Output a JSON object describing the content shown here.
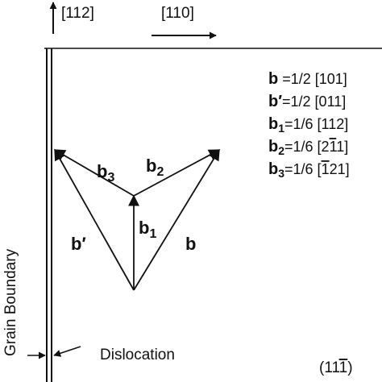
{
  "directions": {
    "vertical": "[112]",
    "horizontal": "[110]"
  },
  "vectors": {
    "b": "b",
    "b_prime": "b′",
    "b1_sym": "b",
    "b1_sub": "1",
    "b2_sym": "b",
    "b2_sub": "2",
    "b3_sym": "b",
    "b3_sub": "3"
  },
  "legend": [
    {
      "symbol": "b",
      "sub": "",
      "value": " =1/2 [101]"
    },
    {
      "symbol": "b′",
      "sub": "",
      "value": "=1/2 [011]"
    },
    {
      "symbol": "b",
      "sub": "1",
      "value": "=1/6 [112]"
    },
    {
      "symbol": "b",
      "sub": "2",
      "value": "=1/6 [2",
      "overbar": "1",
      "value_end": "1]"
    },
    {
      "symbol": "b",
      "sub": "3",
      "value": "=1/6 [",
      "overbar": "1",
      "value_end": "21]"
    }
  ],
  "labels": {
    "grain_boundary": "Grain Boundary",
    "dislocation": "Dislocation",
    "plane_prefix": "(11",
    "plane_overbar": "1",
    "plane_suffix": ")"
  },
  "colors": {
    "ink": "#111111",
    "background": "#ffffff"
  }
}
